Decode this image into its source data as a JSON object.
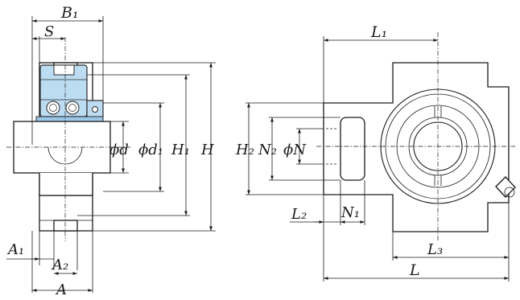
{
  "colors": {
    "insert_fill": "#bcdcf2",
    "insert_stroke": "#2a2a2a",
    "line": "#1a1a1a",
    "background": "#ffffff"
  },
  "labels": {
    "B1": "B₁",
    "S": "S",
    "d": "ϕd",
    "d1": "ϕd₁",
    "H1": "H₁",
    "H": "H",
    "A1": "A₁",
    "A2": "A₂",
    "A": "A",
    "L1": "L₁",
    "H2": "H₂",
    "N2": "N₂",
    "N": "ϕN",
    "L2": "L₂",
    "N1": "N₁",
    "L3": "L₃",
    "L": "L"
  }
}
